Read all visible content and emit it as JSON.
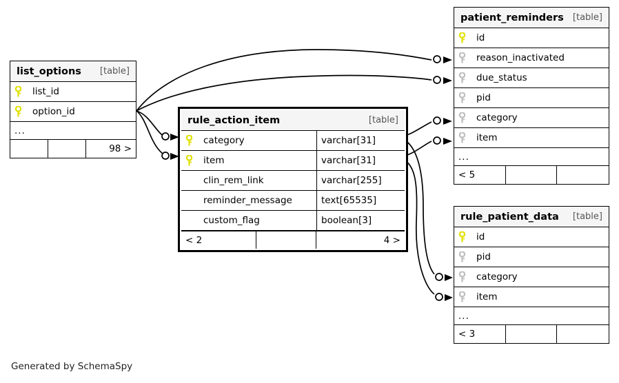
{
  "diagram": {
    "kind": "entity-relationship-diagram",
    "generator_caption": "Generated by SchemaSpy",
    "table_tag": "[table]",
    "ellipsis": "...",
    "colors": {
      "primary_key": "#e8e800",
      "foreign_key": "#b8b8b8",
      "header_bg": "#f5f5f5",
      "border": "#000000",
      "edge": "#000000",
      "background": "#ffffff"
    }
  },
  "tables": {
    "list_options": {
      "name": "list_options",
      "tag": "[table]",
      "columns": [
        {
          "key": "primary",
          "name": "list_id",
          "type": ""
        },
        {
          "key": "primary",
          "name": "option_id",
          "type": ""
        }
      ],
      "ellipsis": "...",
      "footer": {
        "left": "",
        "middle": "",
        "right": "98 >"
      }
    },
    "rule_action_item": {
      "name": "rule_action_item",
      "tag": "[table]",
      "focused": true,
      "columns": [
        {
          "key": "primary",
          "name": "category",
          "type": "varchar[31]"
        },
        {
          "key": "primary",
          "name": "item",
          "type": "varchar[31]"
        },
        {
          "key": "none",
          "name": "clin_rem_link",
          "type": "varchar[255]"
        },
        {
          "key": "none",
          "name": "reminder_message",
          "type": "text[65535]"
        },
        {
          "key": "none",
          "name": "custom_flag",
          "type": "boolean[3]"
        }
      ],
      "footer": {
        "left": "< 2",
        "middle": "",
        "right": "4 >"
      }
    },
    "patient_reminders": {
      "name": "patient_reminders",
      "tag": "[table]",
      "columns": [
        {
          "key": "primary",
          "name": "id",
          "type": ""
        },
        {
          "key": "foreign",
          "name": "reason_inactivated",
          "type": ""
        },
        {
          "key": "foreign",
          "name": "due_status",
          "type": ""
        },
        {
          "key": "foreign",
          "name": "pid",
          "type": ""
        },
        {
          "key": "foreign",
          "name": "category",
          "type": ""
        },
        {
          "key": "foreign",
          "name": "item",
          "type": ""
        }
      ],
      "ellipsis": "...",
      "footer": {
        "left": "< 5",
        "middle": "",
        "right": ""
      }
    },
    "rule_patient_data": {
      "name": "rule_patient_data",
      "tag": "[table]",
      "columns": [
        {
          "key": "primary",
          "name": "id",
          "type": ""
        },
        {
          "key": "foreign",
          "name": "pid",
          "type": ""
        },
        {
          "key": "foreign",
          "name": "category",
          "type": ""
        },
        {
          "key": "foreign",
          "name": "item",
          "type": ""
        }
      ],
      "ellipsis": "...",
      "footer": {
        "left": "< 3",
        "middle": "",
        "right": ""
      }
    }
  },
  "relationships": [
    {
      "from_table": "list_options",
      "from_column": "option_id",
      "to_table": "patient_reminders",
      "to_column": "reason_inactivated"
    },
    {
      "from_table": "list_options",
      "from_column": "option_id",
      "to_table": "patient_reminders",
      "to_column": "due_status"
    },
    {
      "from_table": "list_options",
      "from_column": "option_id",
      "to_table": "rule_action_item",
      "to_column": "category"
    },
    {
      "from_table": "list_options",
      "from_column": "option_id",
      "to_table": "rule_action_item",
      "to_column": "item"
    },
    {
      "from_table": "rule_action_item",
      "from_column": "category",
      "to_table": "patient_reminders",
      "to_column": "category"
    },
    {
      "from_table": "rule_action_item",
      "from_column": "item",
      "to_table": "patient_reminders",
      "to_column": "item"
    },
    {
      "from_table": "rule_action_item",
      "from_column": "category",
      "to_table": "rule_patient_data",
      "to_column": "category"
    },
    {
      "from_table": "rule_action_item",
      "from_column": "item",
      "to_table": "rule_patient_data",
      "to_column": "item"
    }
  ]
}
